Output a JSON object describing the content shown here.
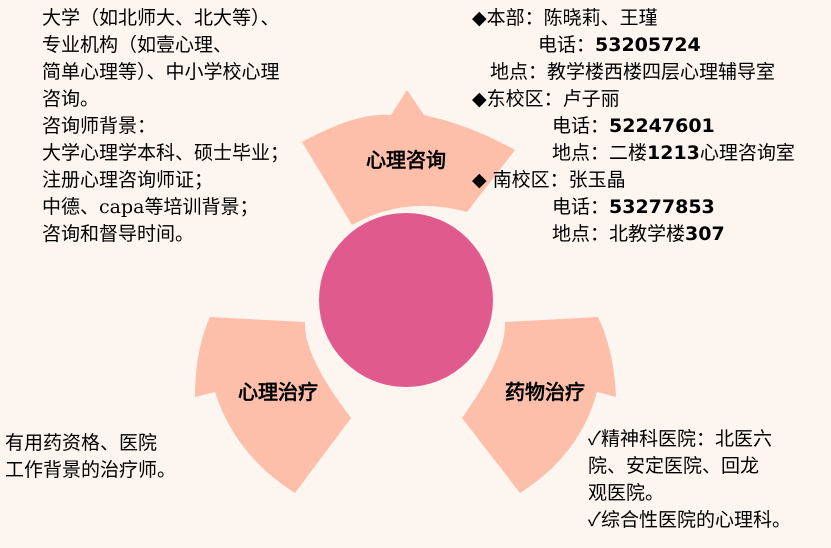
{
  "colors": {
    "background": "#fdf5ef",
    "segment": "#fdbfaa",
    "center": "#e05a8e"
  },
  "segments": {
    "consult": "心理咨询",
    "therapy": "心理治疗",
    "medicine": "药物治疗"
  },
  "left_top": {
    "lines": [
      "大学（如北师大、北大等）、",
      "专业机构（如壹心理、",
      "简单心理等）、中小学校心理",
      "咨询。",
      "咨询师背景：",
      "大学心理学本科、硕士毕业；",
      "注册心理咨询师证；",
      "中德、capa等培训背景；",
      "咨询和督导时间。"
    ]
  },
  "right_top": {
    "bullet": "◆",
    "main": {
      "heading": "本部：陈晓莉、王瑾",
      "phone_label": "电话：",
      "phone": "53205724",
      "location": "地点：教学楼西楼四层心理辅导室"
    },
    "east": {
      "heading": "东校区：卢子丽",
      "phone_label": "电话：",
      "phone": "52247601",
      "location_label": "地点：二楼",
      "location_num": "1213",
      "location_rest": "心理咨询室"
    },
    "south": {
      "heading": "南校区：张玉晶",
      "phone_label": "电话：",
      "phone": "53277853",
      "location_label": "地点：北教学楼",
      "location_num": "307"
    }
  },
  "left_bottom": {
    "lines": [
      "有用药资格、医院",
      "工作背景的治疗师。"
    ]
  },
  "right_bottom": {
    "check": "✓",
    "item1_lines": [
      "精神科医院：北医六",
      "院、安定医院、回龙",
      "观医院。"
    ],
    "item2": "综合性医院的心理科。"
  }
}
